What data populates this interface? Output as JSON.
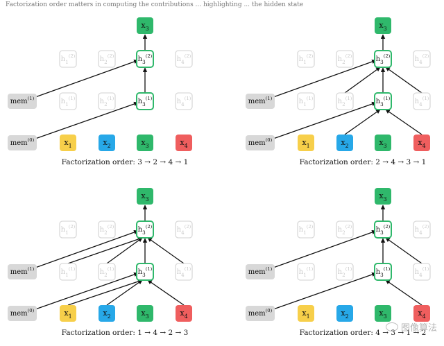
{
  "header_fragment": "Factorization order matters in computing the contributions ... highlighting ... the hidden state",
  "panels": [
    {
      "caption": "Factorization order: 3 → 2 → 4 → 1",
      "target": "3",
      "visible_positions": [],
      "prediction_uses_mem": true
    },
    {
      "caption": "Factorization order: 2 → 4 → 3 → 1",
      "target": "3",
      "visible_positions": [
        2,
        4
      ],
      "prediction_uses_mem": true
    },
    {
      "caption": "Factorization order: 1 → 4 → 2 → 3",
      "target": "3",
      "visible_positions": [
        1,
        2,
        4
      ],
      "prediction_uses_mem": true
    },
    {
      "caption": "Factorization order: 4 → 3 → 1 → 2",
      "target": "3",
      "visible_positions": [
        4
      ],
      "prediction_uses_mem": true
    }
  ],
  "tokens": {
    "x1": "x",
    "x1_sub": "1",
    "x2": "x",
    "x2_sub": "2",
    "x3": "x",
    "x3_sub": "3",
    "x4": "x",
    "x4_sub": "4"
  },
  "hidden": {
    "base": "h",
    "layer1_sup": "(1)",
    "layer2_sup": "(2)"
  },
  "memory": {
    "base": "mem",
    "mem0_sup": "(0)",
    "mem1_sup": "(1)"
  },
  "colors": {
    "x1": "#f7cf4a",
    "x2": "#27a8e8",
    "x3": "#2fb86b",
    "x4": "#ef5e5e",
    "mem": "#d8d8d8",
    "highlight_border": "#2fb86b",
    "ghost_border": "#d9d9d9",
    "edge": "#111111"
  },
  "watermark": "图像算法"
}
